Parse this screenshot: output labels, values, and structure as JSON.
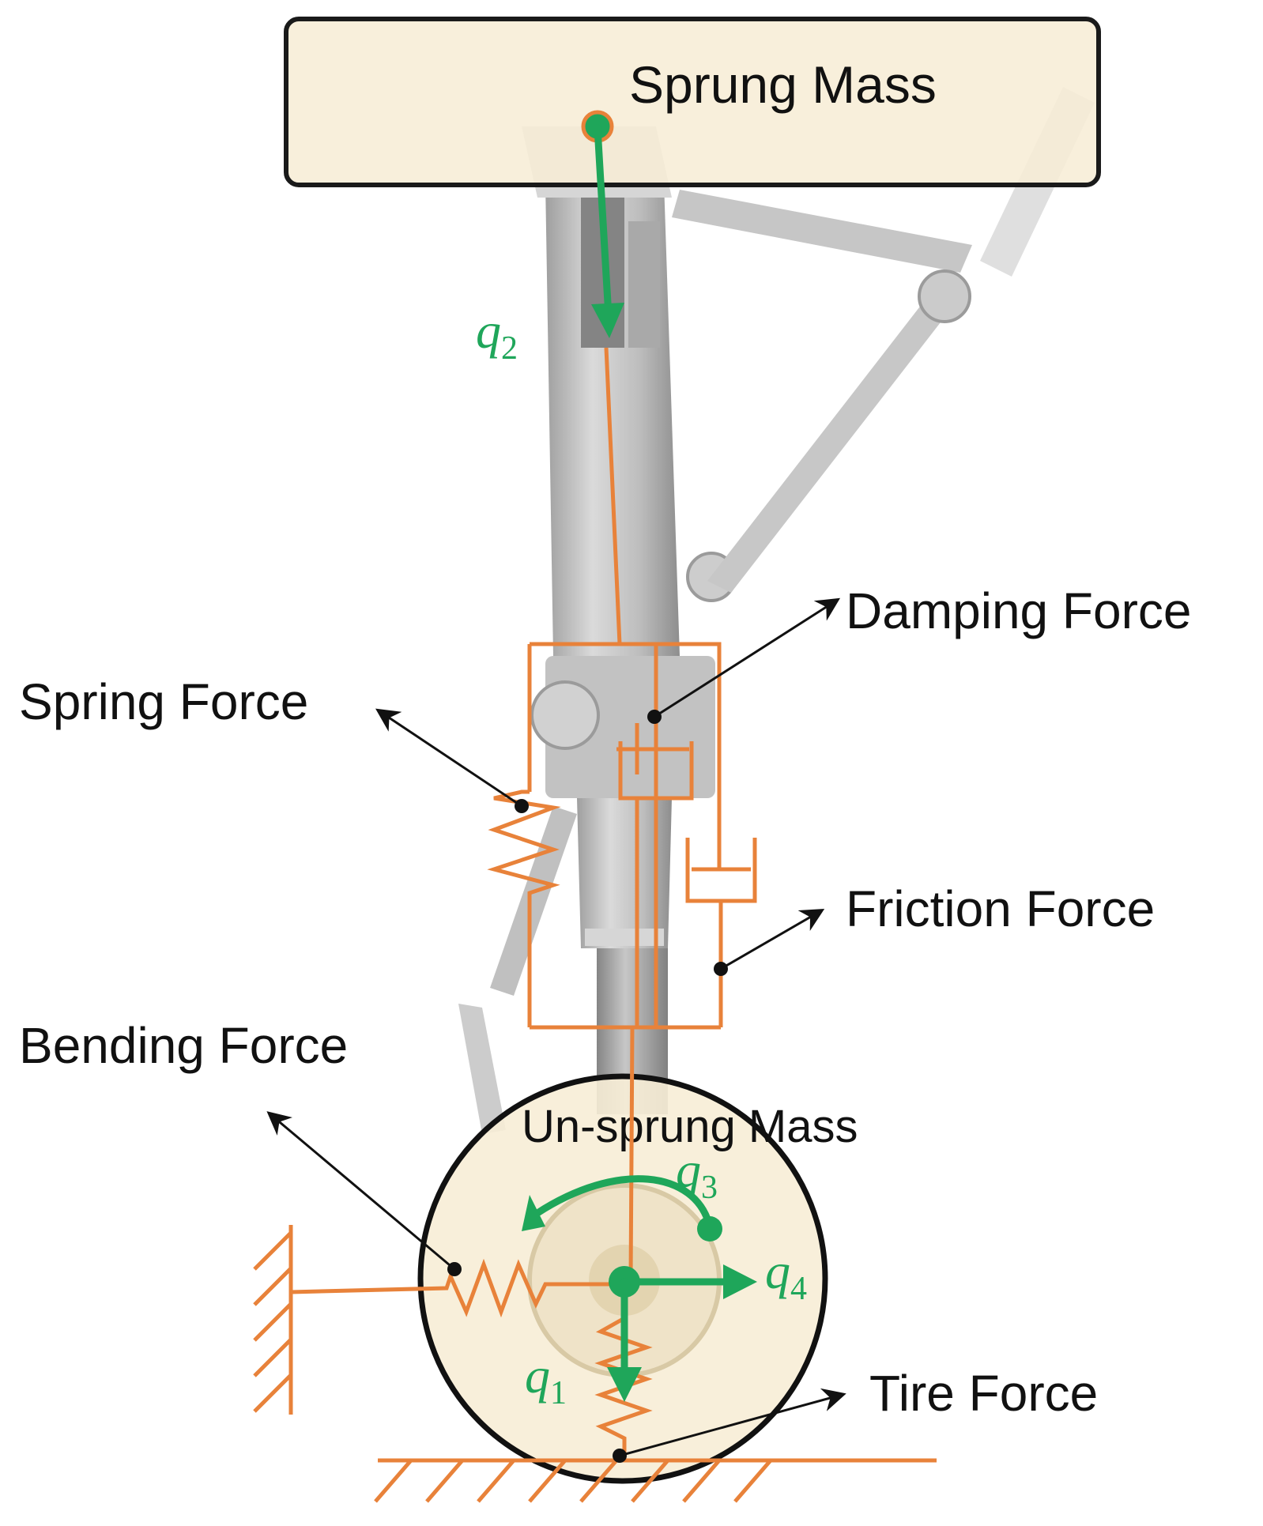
{
  "labels": {
    "sprung_mass": "Sprung Mass",
    "damping_force": "Damping Force",
    "spring_force": "Spring Force",
    "friction_force": "Friction Force",
    "bending_force": "Bending Force",
    "unsprung_mass": "Un-sprung Mass",
    "tire_force": "Tire Force"
  },
  "coordinates": {
    "q1": {
      "symbol": "q",
      "subscript": "1"
    },
    "q2": {
      "symbol": "q",
      "subscript": "2"
    },
    "q3": {
      "symbol": "q",
      "subscript": "3"
    },
    "q4": {
      "symbol": "q",
      "subscript": "4"
    }
  },
  "colors": {
    "mass_fill": "#f7edd6",
    "model_lines": "#e8823a",
    "coordinates": "#1fa65a",
    "leaders": "#111111",
    "strut": "#a9a9a9"
  }
}
